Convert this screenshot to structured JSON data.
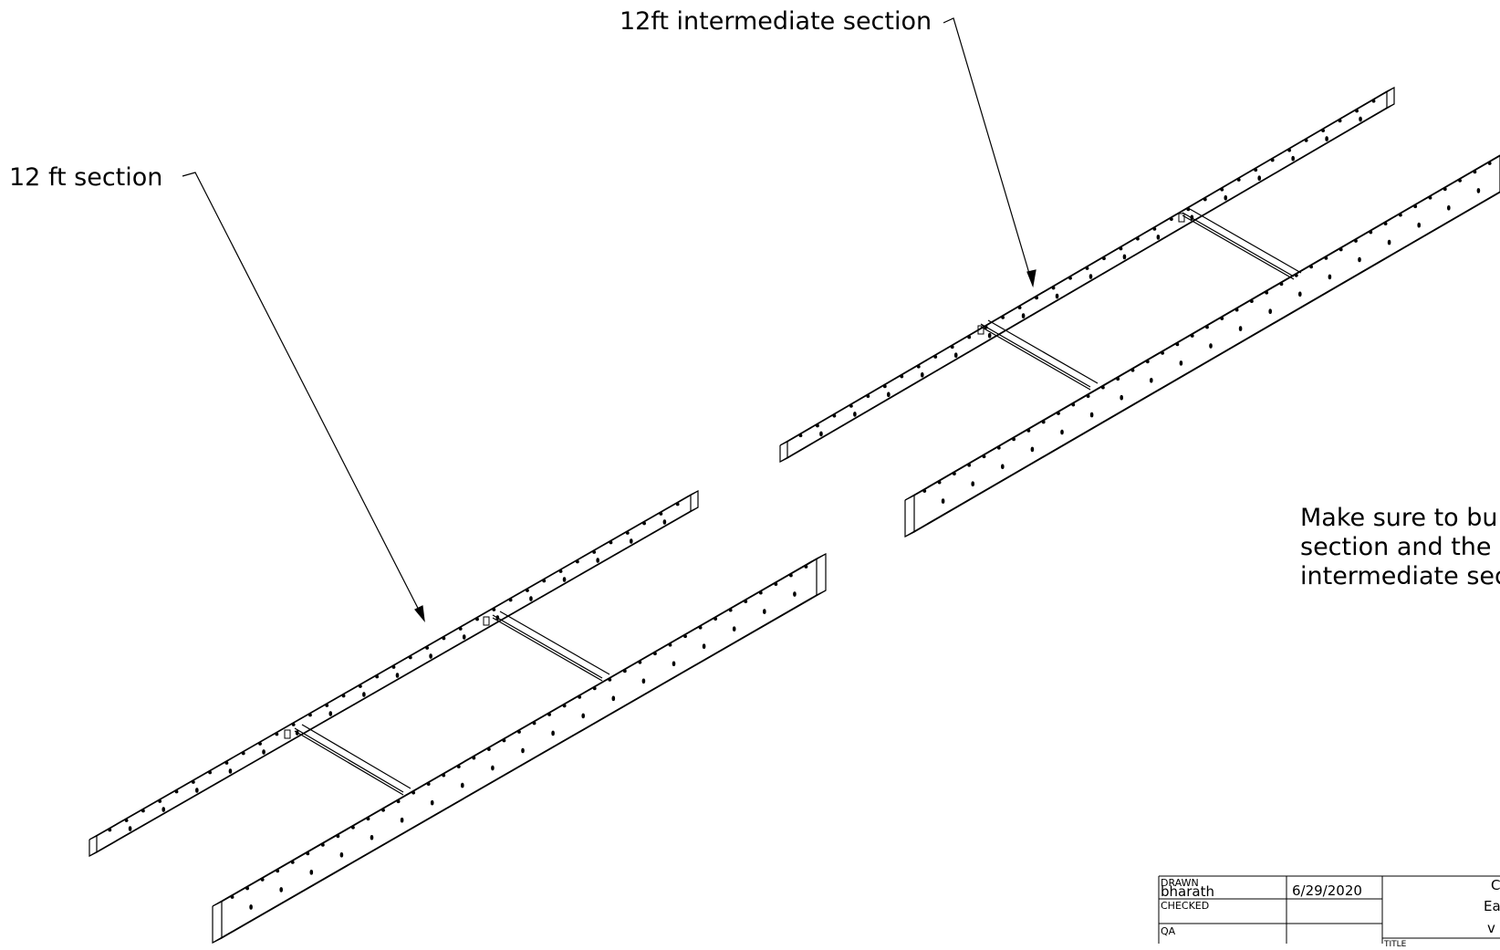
{
  "callouts": {
    "intermediate": "12ft intermediate section",
    "section12": "12 ft section"
  },
  "note": {
    "line1": "Make sure to bu",
    "line2": "section and the",
    "line3": "intermediate sec"
  },
  "title_block": {
    "drawn_label": "DRAWN",
    "drawn_by": "bharath",
    "drawn_date": "6/29/2020",
    "checked_label": "CHECKED",
    "qa_label": "QA",
    "title_label": "TITLE",
    "right_line1": "C",
    "right_line2": "Ea",
    "right_line3": "v"
  },
  "colors": {
    "line": "#000000",
    "background": "#ffffff"
  }
}
